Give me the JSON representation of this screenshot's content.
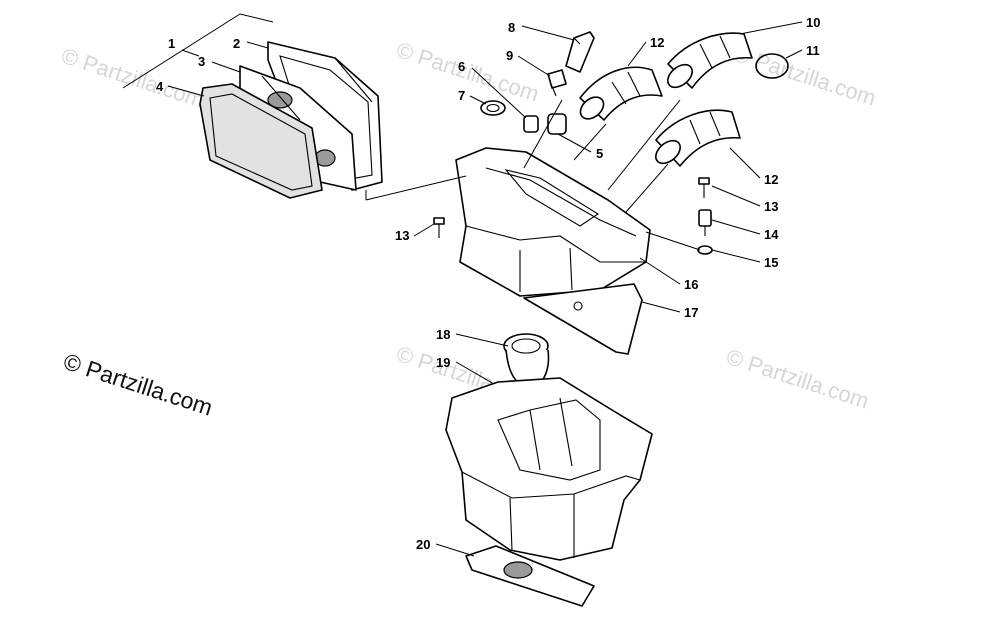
{
  "watermark": {
    "main": "© Partzilla.com",
    "faint": "© Partzilla.com"
  },
  "callouts": [
    "1",
    "2",
    "3",
    "4",
    "5",
    "6",
    "7",
    "8",
    "9",
    "10",
    "11",
    "12",
    "12",
    "13",
    "13",
    "14",
    "15",
    "16",
    "17",
    "18",
    "19",
    "20"
  ],
  "colors": {
    "line": "#000000",
    "watermark": "#d6d6d6",
    "foam": "#9a9a9a"
  }
}
